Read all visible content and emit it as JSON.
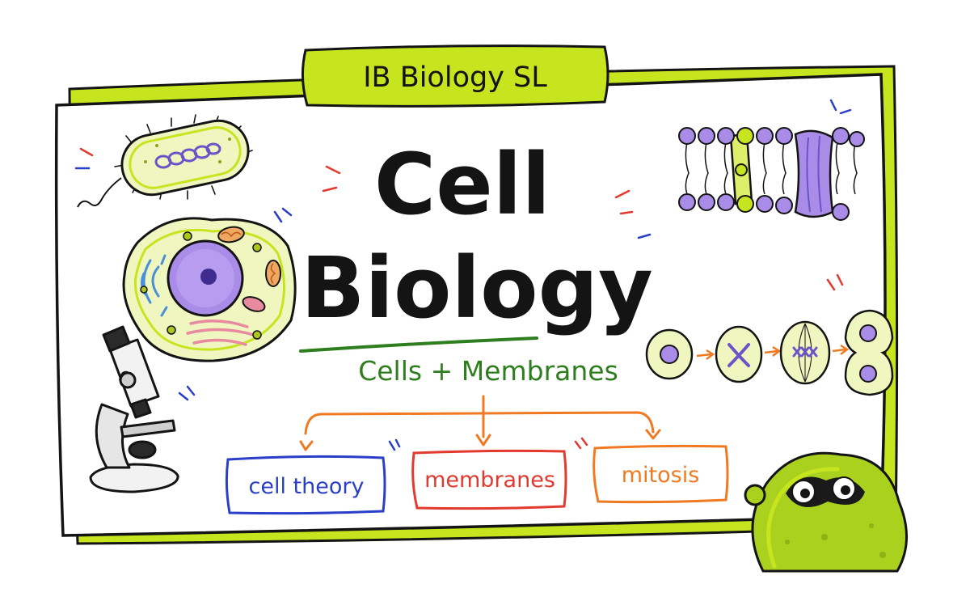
{
  "badge": {
    "label": "IB Biology SL"
  },
  "title": {
    "line1": "Cell",
    "line2": "Biology"
  },
  "subtitle": {
    "label": "Cells + Membranes"
  },
  "topics": [
    {
      "label": "cell theory"
    },
    {
      "label": "membranes"
    },
    {
      "label": "mitosis"
    }
  ],
  "colors": {
    "accent_lime": "#C7E51E",
    "ink": "#141414",
    "subtitle_green": "#2E7D1E",
    "arrow_orange": "#F07A22",
    "cell_theory_blue": "#2A3FC7",
    "membranes_red": "#E23A2E",
    "mitosis_orange": "#F07A22",
    "violet": "#A98BE8"
  },
  "icons": [
    "bacterium-icon",
    "animal-cell-icon",
    "microscope-icon",
    "phospholipid-bilayer-icon",
    "mitosis-stages-icon",
    "blob-mascot-icon"
  ]
}
